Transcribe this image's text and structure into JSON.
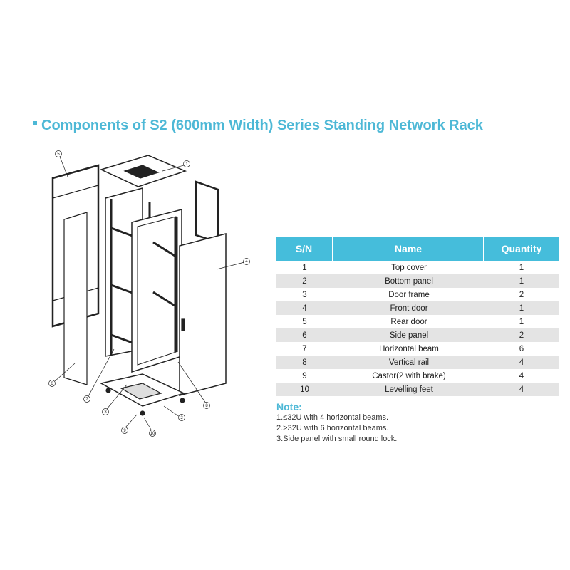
{
  "title": "Components of S2 (600mm Width) Series Standing Network Rack",
  "colors": {
    "accent": "#45bddb",
    "alt_row": "#e4e4e4"
  },
  "diagram": {
    "callouts": [
      "5",
      "1",
      "4",
      "6",
      "7",
      "3",
      "8",
      "2",
      "9",
      "10"
    ]
  },
  "table": {
    "headers": [
      "S/N",
      "Name",
      "Quantity"
    ],
    "rows": [
      [
        "1",
        "Top cover",
        "1"
      ],
      [
        "2",
        "Bottom panel",
        "1"
      ],
      [
        "3",
        "Door frame",
        "2"
      ],
      [
        "4",
        "Front door",
        "1"
      ],
      [
        "5",
        "Rear door",
        "1"
      ],
      [
        "6",
        "Side panel",
        "2"
      ],
      [
        "7",
        "Horizontal beam",
        "6"
      ],
      [
        "8",
        "Vertical rail",
        "4"
      ],
      [
        "9",
        "Castor(2 with brake)",
        "4"
      ],
      [
        "10",
        "Levelling feet",
        "4"
      ]
    ]
  },
  "note": {
    "heading": "Note:",
    "items": [
      "1.≤32U with 4 horizontal beams.",
      "2.>32U with 6 horizontal beams.",
      "3.Side panel with small round lock."
    ]
  }
}
